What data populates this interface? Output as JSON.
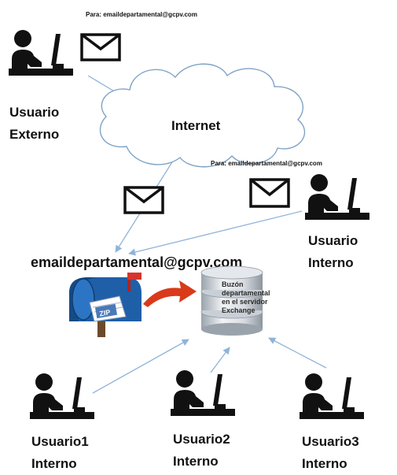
{
  "external_user": {
    "to_label": "Para: emaildepartamental@gcpv.com",
    "name_line1": "Usuario",
    "name_line2": "Externo"
  },
  "cloud": {
    "label": "Internet"
  },
  "internal_user": {
    "to_label": "Para: emaildepartamental@gcpv.com",
    "name_line1": "Usuario",
    "name_line2": "Interno"
  },
  "mailbox": {
    "address": "emaildepartamental@gcpv.com",
    "zip_label": "ZIP"
  },
  "server": {
    "line1": "Buzón",
    "line2": "departamental",
    "line3": "en el servidor",
    "line4": "Exchange"
  },
  "bottom_users": [
    {
      "name_line1": "Usuario1",
      "name_line2": "Interno"
    },
    {
      "name_line1": "Usuario2",
      "name_line2": "Interno"
    },
    {
      "name_line1": "Usuario3",
      "name_line2": "Interno"
    }
  ],
  "colors": {
    "arrow": "#8fb4d9",
    "ink": "#111111",
    "red_arrow": "#d93a1a",
    "mailbox_blue": "#1f5fa8"
  }
}
